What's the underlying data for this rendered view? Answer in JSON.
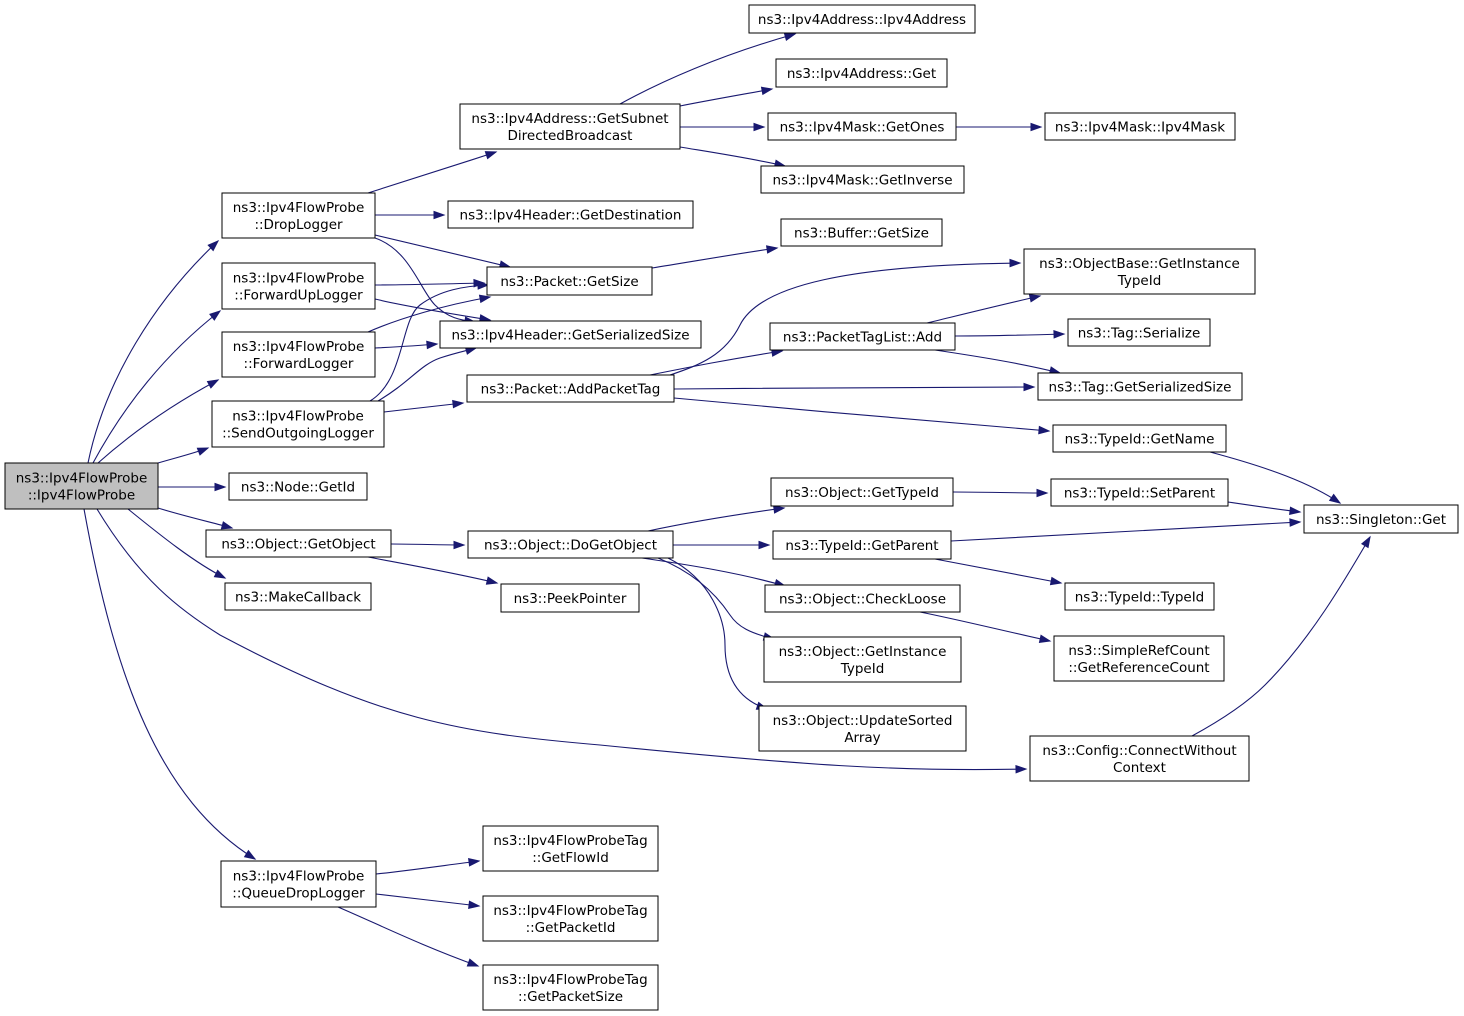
{
  "diagram": {
    "type": "call-graph",
    "colors": {
      "edge": "#191970",
      "root_fill": "#bfbfbf",
      "node_fill": "#ffffff",
      "node_border": "#000000"
    },
    "nodes": [
      {
        "id": "root",
        "label": [
          "ns3::Ipv4FlowProbe",
          "::Ipv4FlowProbe"
        ],
        "root": true
      },
      {
        "id": "droplogger",
        "label": [
          "ns3::Ipv4FlowProbe",
          "::DropLogger"
        ]
      },
      {
        "id": "fwduplogger",
        "label": [
          "ns3::Ipv4FlowProbe",
          "::ForwardUpLogger"
        ]
      },
      {
        "id": "fwdlogger",
        "label": [
          "ns3::Ipv4FlowProbe",
          "::ForwardLogger"
        ]
      },
      {
        "id": "sendlogger",
        "label": [
          "ns3::Ipv4FlowProbe",
          "::SendOutgoingLogger"
        ]
      },
      {
        "id": "nodegetid",
        "label": [
          "ns3::Node::GetId"
        ]
      },
      {
        "id": "objgetobject",
        "label": [
          "ns3::Object::GetObject"
        ]
      },
      {
        "id": "makecallback",
        "label": [
          "ns3::MakeCallback"
        ]
      },
      {
        "id": "queuedrop",
        "label": [
          "ns3::Ipv4FlowProbe",
          "::QueueDropLogger"
        ]
      },
      {
        "id": "subnetbcast",
        "label": [
          "ns3::Ipv4Address::GetSubnet",
          "DirectedBroadcast"
        ]
      },
      {
        "id": "ipv4hdrdest",
        "label": [
          "ns3::Ipv4Header::GetDestination"
        ]
      },
      {
        "id": "pktgetsize",
        "label": [
          "ns3::Packet::GetSize"
        ]
      },
      {
        "id": "ipv4hdrser",
        "label": [
          "ns3::Ipv4Header::GetSerializedSize"
        ]
      },
      {
        "id": "pktaddtag",
        "label": [
          "ns3::Packet::AddPacketTag"
        ]
      },
      {
        "id": "dogetobject",
        "label": [
          "ns3::Object::DoGetObject"
        ]
      },
      {
        "id": "peekpointer",
        "label": [
          "ns3::PeekPointer"
        ]
      },
      {
        "id": "tagflowid",
        "label": [
          "ns3::Ipv4FlowProbeTag",
          "::GetFlowId"
        ]
      },
      {
        "id": "tagpacketid",
        "label": [
          "ns3::Ipv4FlowProbeTag",
          "::GetPacketId"
        ]
      },
      {
        "id": "tagpacketsize",
        "label": [
          "ns3::Ipv4FlowProbeTag",
          "::GetPacketSize"
        ]
      },
      {
        "id": "ipv4addrctor",
        "label": [
          "ns3::Ipv4Address::Ipv4Address"
        ]
      },
      {
        "id": "ipv4addrget",
        "label": [
          "ns3::Ipv4Address::Get"
        ]
      },
      {
        "id": "maskgetones",
        "label": [
          "ns3::Ipv4Mask::GetOnes"
        ]
      },
      {
        "id": "maskgetinv",
        "label": [
          "ns3::Ipv4Mask::GetInverse"
        ]
      },
      {
        "id": "buffergetsize",
        "label": [
          "ns3::Buffer::GetSize"
        ]
      },
      {
        "id": "pkttaglistadd",
        "label": [
          "ns3::PacketTagList::Add"
        ]
      },
      {
        "id": "objgettypeid",
        "label": [
          "ns3::Object::GetTypeId"
        ]
      },
      {
        "id": "typeidgetparent",
        "label": [
          "ns3::TypeId::GetParent"
        ]
      },
      {
        "id": "objcheckloose",
        "label": [
          "ns3::Object::CheckLoose"
        ]
      },
      {
        "id": "objgetinsttid",
        "label": [
          "ns3::Object::GetInstance",
          "TypeId"
        ]
      },
      {
        "id": "objupdsorted",
        "label": [
          "ns3::Object::UpdateSorted",
          "Array"
        ]
      },
      {
        "id": "maskctor",
        "label": [
          "ns3::Ipv4Mask::Ipv4Mask"
        ]
      },
      {
        "id": "objbasegetinst",
        "label": [
          "ns3::ObjectBase::GetInstance",
          "TypeId"
        ]
      },
      {
        "id": "tagserialize",
        "label": [
          "ns3::Tag::Serialize"
        ]
      },
      {
        "id": "taggetsersize",
        "label": [
          "ns3::Tag::GetSerializedSize"
        ]
      },
      {
        "id": "typeidgetname",
        "label": [
          "ns3::TypeId::GetName"
        ]
      },
      {
        "id": "typeidsetparent",
        "label": [
          "ns3::TypeId::SetParent"
        ]
      },
      {
        "id": "typeidtypeid",
        "label": [
          "ns3::TypeId::TypeId"
        ]
      },
      {
        "id": "refcount",
        "label": [
          "ns3::SimpleRefCount",
          "::GetReferenceCount"
        ]
      },
      {
        "id": "configconnect",
        "label": [
          "ns3::Config::ConnectWithout",
          "Context"
        ]
      },
      {
        "id": "singletonget",
        "label": [
          "ns3::Singleton::Get"
        ]
      }
    ],
    "edges": [
      [
        "root",
        "droplogger"
      ],
      [
        "root",
        "fwduplogger"
      ],
      [
        "root",
        "fwdlogger"
      ],
      [
        "root",
        "sendlogger"
      ],
      [
        "root",
        "nodegetid"
      ],
      [
        "root",
        "objgetobject"
      ],
      [
        "root",
        "makecallback"
      ],
      [
        "root",
        "queuedrop"
      ],
      [
        "root",
        "configconnect"
      ],
      [
        "droplogger",
        "subnetbcast"
      ],
      [
        "droplogger",
        "ipv4hdrdest"
      ],
      [
        "droplogger",
        "pktgetsize"
      ],
      [
        "droplogger",
        "ipv4hdrser"
      ],
      [
        "fwduplogger",
        "pktgetsize"
      ],
      [
        "fwduplogger",
        "ipv4hdrser"
      ],
      [
        "fwdlogger",
        "pktgetsize"
      ],
      [
        "fwdlogger",
        "ipv4hdrser"
      ],
      [
        "sendlogger",
        "pktgetsize"
      ],
      [
        "sendlogger",
        "ipv4hdrser"
      ],
      [
        "sendlogger",
        "pktaddtag"
      ],
      [
        "objgetobject",
        "dogetobject"
      ],
      [
        "objgetobject",
        "peekpointer"
      ],
      [
        "queuedrop",
        "tagflowid"
      ],
      [
        "queuedrop",
        "tagpacketid"
      ],
      [
        "queuedrop",
        "tagpacketsize"
      ],
      [
        "subnetbcast",
        "ipv4addrctor"
      ],
      [
        "subnetbcast",
        "ipv4addrget"
      ],
      [
        "subnetbcast",
        "maskgetones"
      ],
      [
        "subnetbcast",
        "maskgetinv"
      ],
      [
        "pktgetsize",
        "buffergetsize"
      ],
      [
        "pktaddtag",
        "objbasegetinst"
      ],
      [
        "pktaddtag",
        "pkttaglistadd"
      ],
      [
        "pktaddtag",
        "taggetsersize"
      ],
      [
        "pktaddtag",
        "typeidgetname"
      ],
      [
        "dogetobject",
        "objgettypeid"
      ],
      [
        "dogetobject",
        "typeidgetparent"
      ],
      [
        "dogetobject",
        "objcheckloose"
      ],
      [
        "dogetobject",
        "objgetinsttid"
      ],
      [
        "dogetobject",
        "objupdsorted"
      ],
      [
        "maskgetones",
        "maskctor"
      ],
      [
        "pkttaglistadd",
        "objbasegetinst"
      ],
      [
        "pkttaglistadd",
        "tagserialize"
      ],
      [
        "pkttaglistadd",
        "taggetsersize"
      ],
      [
        "objgettypeid",
        "typeidsetparent"
      ],
      [
        "typeidgetparent",
        "singletonget"
      ],
      [
        "typeidgetparent",
        "typeidtypeid"
      ],
      [
        "objcheckloose",
        "refcount"
      ],
      [
        "typeidgetname",
        "singletonget"
      ],
      [
        "typeidsetparent",
        "singletonget"
      ],
      [
        "configconnect",
        "singletonget"
      ]
    ]
  }
}
